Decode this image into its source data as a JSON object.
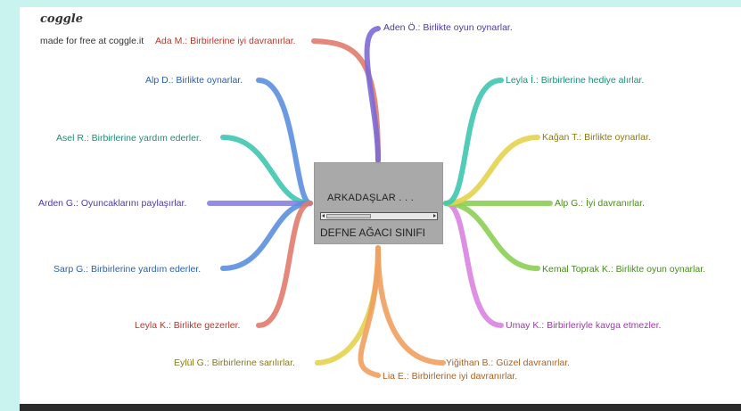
{
  "brand": "coggle",
  "credit": "made for free at coggle.it",
  "center": {
    "title": "ARKADAŞLAR . . .",
    "subtitle": "DEFNE AĞACI SINIFI"
  },
  "branches": [
    {
      "id": "ada",
      "text": "Ada M.: Birbirlerine iyi davranırlar.",
      "color": "#e07b6d"
    },
    {
      "id": "aden",
      "text": "Aden Ö.: Birlikte oyun oynarlar.",
      "color": "#7b6ad6"
    },
    {
      "id": "alpd",
      "text": "Alp D.: Birlikte oynarlar.",
      "color": "#5b8fe0"
    },
    {
      "id": "asel",
      "text": "Asel R.: Birbirlerine yardım ederler.",
      "color": "#3fc7b0"
    },
    {
      "id": "arden",
      "text": "Arden G.: Oyuncaklarını paylaşırlar.",
      "color": "#8a7fe6"
    },
    {
      "id": "sarp",
      "text": "Sarp G.: Birbirlerine yardım ederler.",
      "color": "#5b8fe0"
    },
    {
      "id": "leylak",
      "text": "Leyla K.: Birlikte gezerler.",
      "color": "#e07b6d"
    },
    {
      "id": "eylul",
      "text": "Eylül G.: Birbirlerine sarılırlar.",
      "color": "#e6d34c"
    },
    {
      "id": "lia",
      "text": "Lia E.: Birbirlerine iyi davranırlar.",
      "color": "#f0a060"
    },
    {
      "id": "yigit",
      "text": "Yiğithan B.: Güzel davranırlar.",
      "color": "#f0a060"
    },
    {
      "id": "umay",
      "text": "Umay K.: Birbirleriyle kavga etmezler.",
      "color": "#d883e0"
    },
    {
      "id": "kemal",
      "text": "Kemal Toprak K.: Birlikte oyun oynarlar.",
      "color": "#8bcf55"
    },
    {
      "id": "alpg",
      "text": "Alp G.: İyi davranırlar.",
      "color": "#8bcf55"
    },
    {
      "id": "kagan",
      "text": "Kağan T.: Birlikte oynarlar.",
      "color": "#e6d34c"
    },
    {
      "id": "leylai",
      "text": "Leyla İ.: Birbirlerine hediye alırlar.",
      "color": "#3fc7b0"
    }
  ]
}
